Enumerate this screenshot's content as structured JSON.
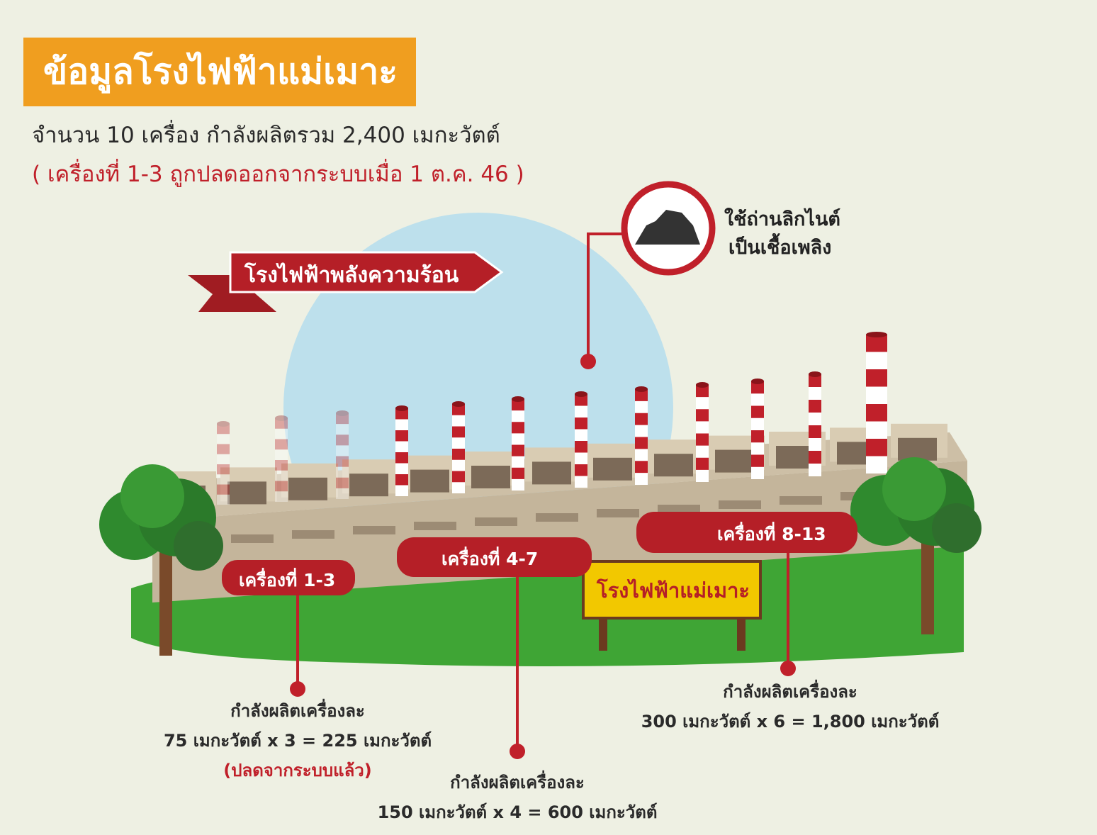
{
  "header": {
    "title": "ข้อมูลโรงไฟฟ้าแม่เมาะ",
    "summary": "จำนวน 10 เครื่อง กำลังผลิตรวม 2,400 เมกะวัตต์",
    "note": "( เครื่องที่ 1-3 ถูกปลดออกจากระบบเมื่อ 1 ต.ค. 46 )"
  },
  "banner": "โรงไฟฟ้าพลังความร้อน",
  "fuel": {
    "icon": "coal-lump-icon",
    "line1": "ใช้ถ่านลิกไนต์",
    "line2": "เป็นเชื้อเพลิง"
  },
  "sign": "โรงไฟฟ้าแม่เมาะ",
  "groups": [
    {
      "label": "เครื่องที่ 1-3",
      "caption": "กำลังผลิตเครื่องละ",
      "detail": "75 เมกะวัตต์ x 3 = 225 เมกะวัตต์",
      "status": "(ปลดจากระบบแล้ว)"
    },
    {
      "label": "เครื่องที่ 4-7",
      "caption": "กำลังผลิตเครื่องละ",
      "detail": "150 เมกะวัตต์ x 4 = 600 เมกะวัตต์"
    },
    {
      "label": "เครื่องที่ 8-13",
      "caption": "กำลังผลิตเครื่องละ",
      "detail": "300 เมกะวัตต์ x 6 = 1,800 เมกะวัตต์"
    }
  ],
  "colors": {
    "accent": "#f09e1f",
    "red": "#c0202a",
    "sky": "#bde0ec",
    "grass": "#3fa535",
    "bg": "#eef0e3"
  }
}
